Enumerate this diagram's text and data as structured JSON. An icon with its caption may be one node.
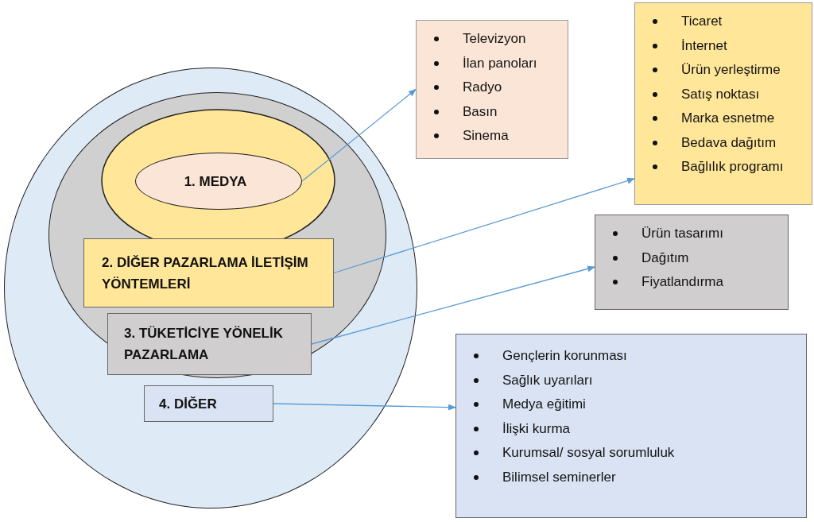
{
  "diagram": {
    "nodes": [
      {
        "text": [],
        "shape": "circle"
      },
      {
        "text": [],
        "shape": "circle",
        "in": 0
      },
      {
        "text": [],
        "shape": "circle",
        "in": 1
      },
      {
        "text": [
          "1. MEDYA"
        ],
        "in": 2
      },
      {
        "text": [
          "2. DİĞER PAZARLAMA İLETİŞİM YÖNTEMLERİ"
        ],
        "in": 1
      },
      {
        "text": [
          "3. TÜKETİCİYE YÖNELİK PAZARLAMA"
        ],
        "in": 1
      },
      {
        "text": [
          "4. DİĞER"
        ],
        "in": 0
      },
      {
        "text": [
          "Televizyon",
          "İlan panoları",
          "Radyo",
          "Basın",
          "Sinema"
        ]
      },
      {
        "text": [
          "Ticaret",
          "İnternet",
          "Ürün yerleştirme",
          "Satış noktası",
          "Marka esnetme",
          "Bedava dağıtım",
          "Bağlılık programı"
        ]
      },
      {
        "text": [
          "Ürün tasarımı",
          "Dağıtım",
          "Fiyatlandırma"
        ]
      },
      {
        "text": [
          "Gençlerin korunması",
          "Sağlık uyarıları",
          "Medya eğitimi",
          "İlişki kurma",
          "Kurumsal/ sosyal sorumluluk",
          "Bilimsel seminerler"
        ]
      }
    ],
    "edges": [
      {
        "from": 3,
        "to": 7,
        "arrow": "to"
      },
      {
        "from": 4,
        "to": 8,
        "arrow": "to"
      },
      {
        "from": 5,
        "to": 9,
        "arrow": "to"
      },
      {
        "from": 6,
        "to": 10,
        "arrow": "to"
      }
    ]
  }
}
